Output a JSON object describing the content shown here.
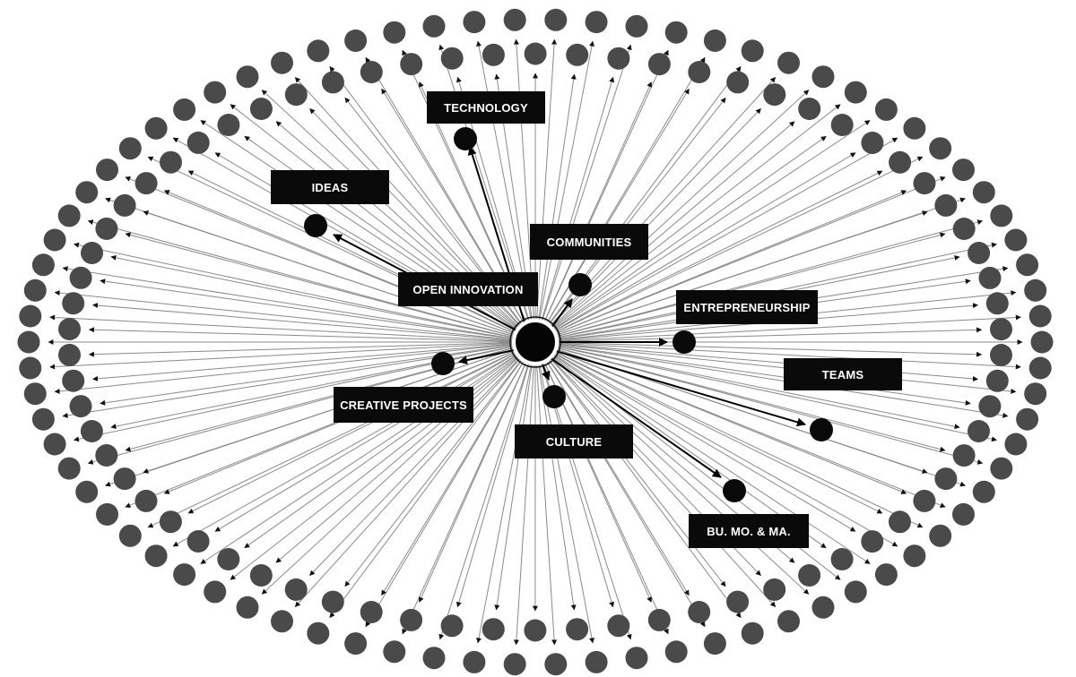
{
  "hub": {
    "label": "OPEN INNOVATION"
  },
  "themes": [
    {
      "id": "technology",
      "label": "TECHNOLOGY"
    },
    {
      "id": "ideas",
      "label": "IDEAS"
    },
    {
      "id": "communities",
      "label": "COMMUNITIES"
    },
    {
      "id": "entrepreneurship",
      "label": "ENTREPRENEURSHIP"
    },
    {
      "id": "teams",
      "label": "TEAMS"
    },
    {
      "id": "creative-projects",
      "label": "CREATIVE PROJECTS"
    },
    {
      "id": "culture",
      "label": "CULTURE"
    },
    {
      "id": "bu-mo-ma",
      "label": "BU. MO. & MA."
    }
  ],
  "colors": {
    "node": "#0a0a0a",
    "outer_node": "#4a4a4a",
    "spoke": "#8a8a8a",
    "label_bg": "#0a0a0a",
    "label_text": "#ffffff"
  }
}
